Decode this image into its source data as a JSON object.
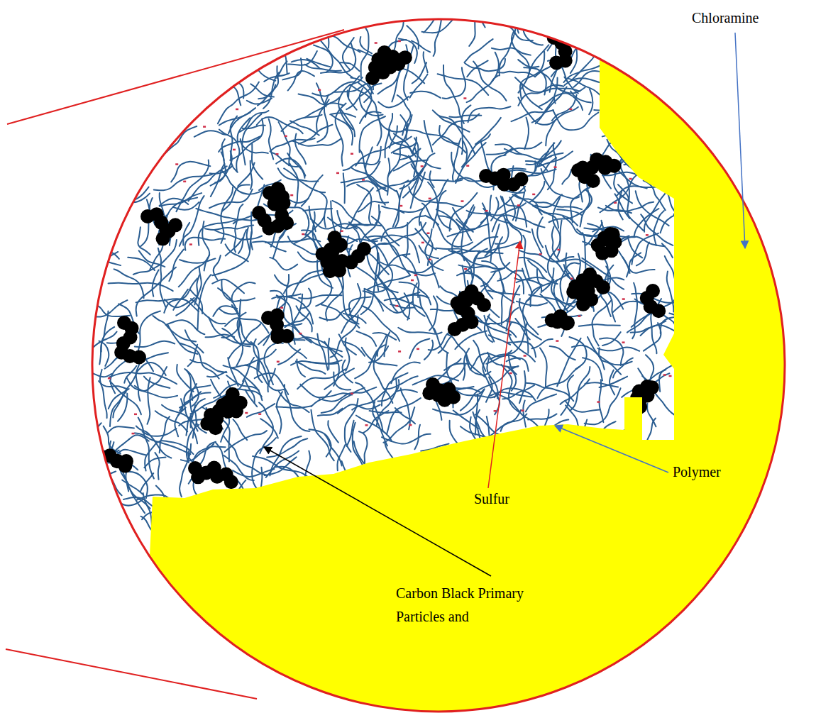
{
  "diagram": {
    "labels": [
      "Chloramine",
      "Polymer",
      "Sulfur",
      "Carbon Black Primary Particles and"
    ]
  }
}
